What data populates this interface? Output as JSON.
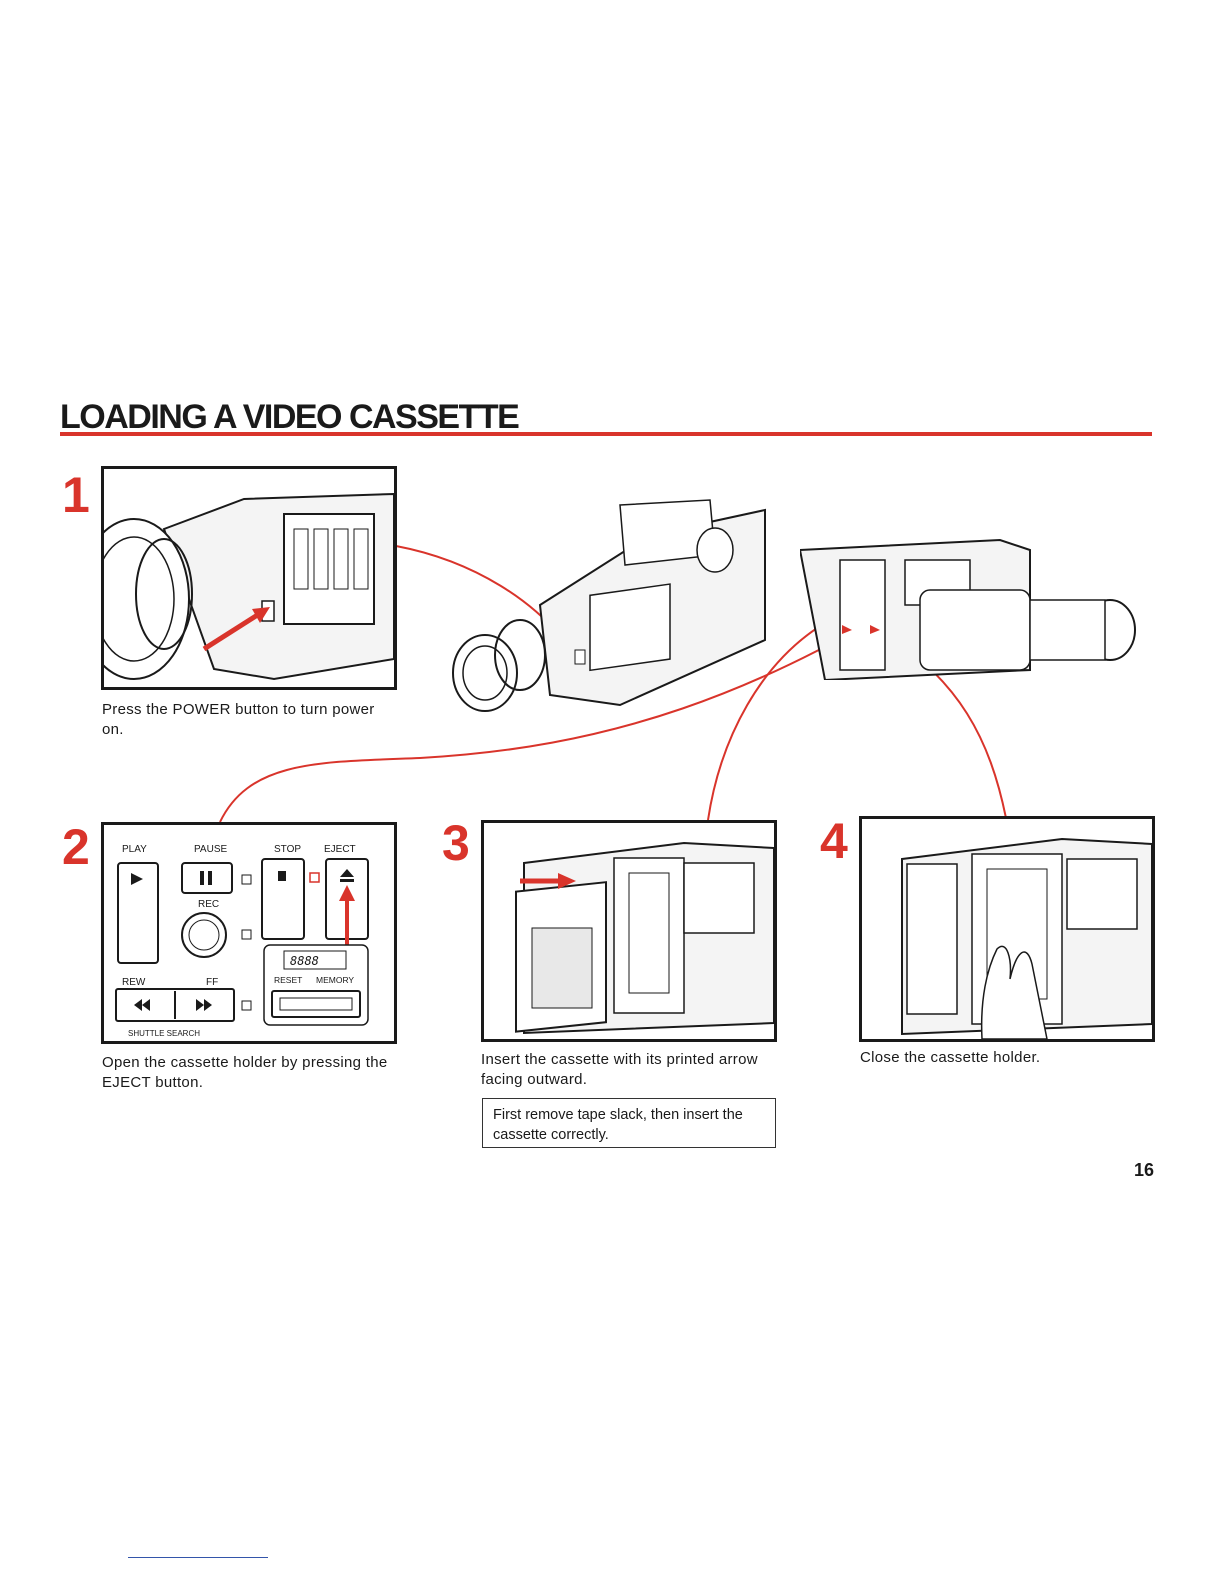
{
  "page": {
    "title": "LOADING A VIDEO CASSETTE",
    "page_number": "16",
    "accent_color": "#d9342b"
  },
  "steps": [
    {
      "number": "1",
      "caption": "Press the POWER button to turn power on."
    },
    {
      "number": "2",
      "caption": "Open the cassette holder by pressing the EJECT button.",
      "panel_labels": {
        "play": "PLAY",
        "pause": "PAUSE",
        "stop": "STOP",
        "eject": "EJECT",
        "rec": "REC",
        "rew": "REW",
        "ff": "FF",
        "reset": "RESET",
        "memory": "MEMORY",
        "shuttle": "SHUTTLE SEARCH",
        "counter": "8888"
      }
    },
    {
      "number": "3",
      "caption": "Insert the cassette with its printed arrow facing outward.",
      "note": "First remove tape slack, then insert the cassette correctly."
    },
    {
      "number": "4",
      "caption": "Close the cassette holder."
    }
  ]
}
